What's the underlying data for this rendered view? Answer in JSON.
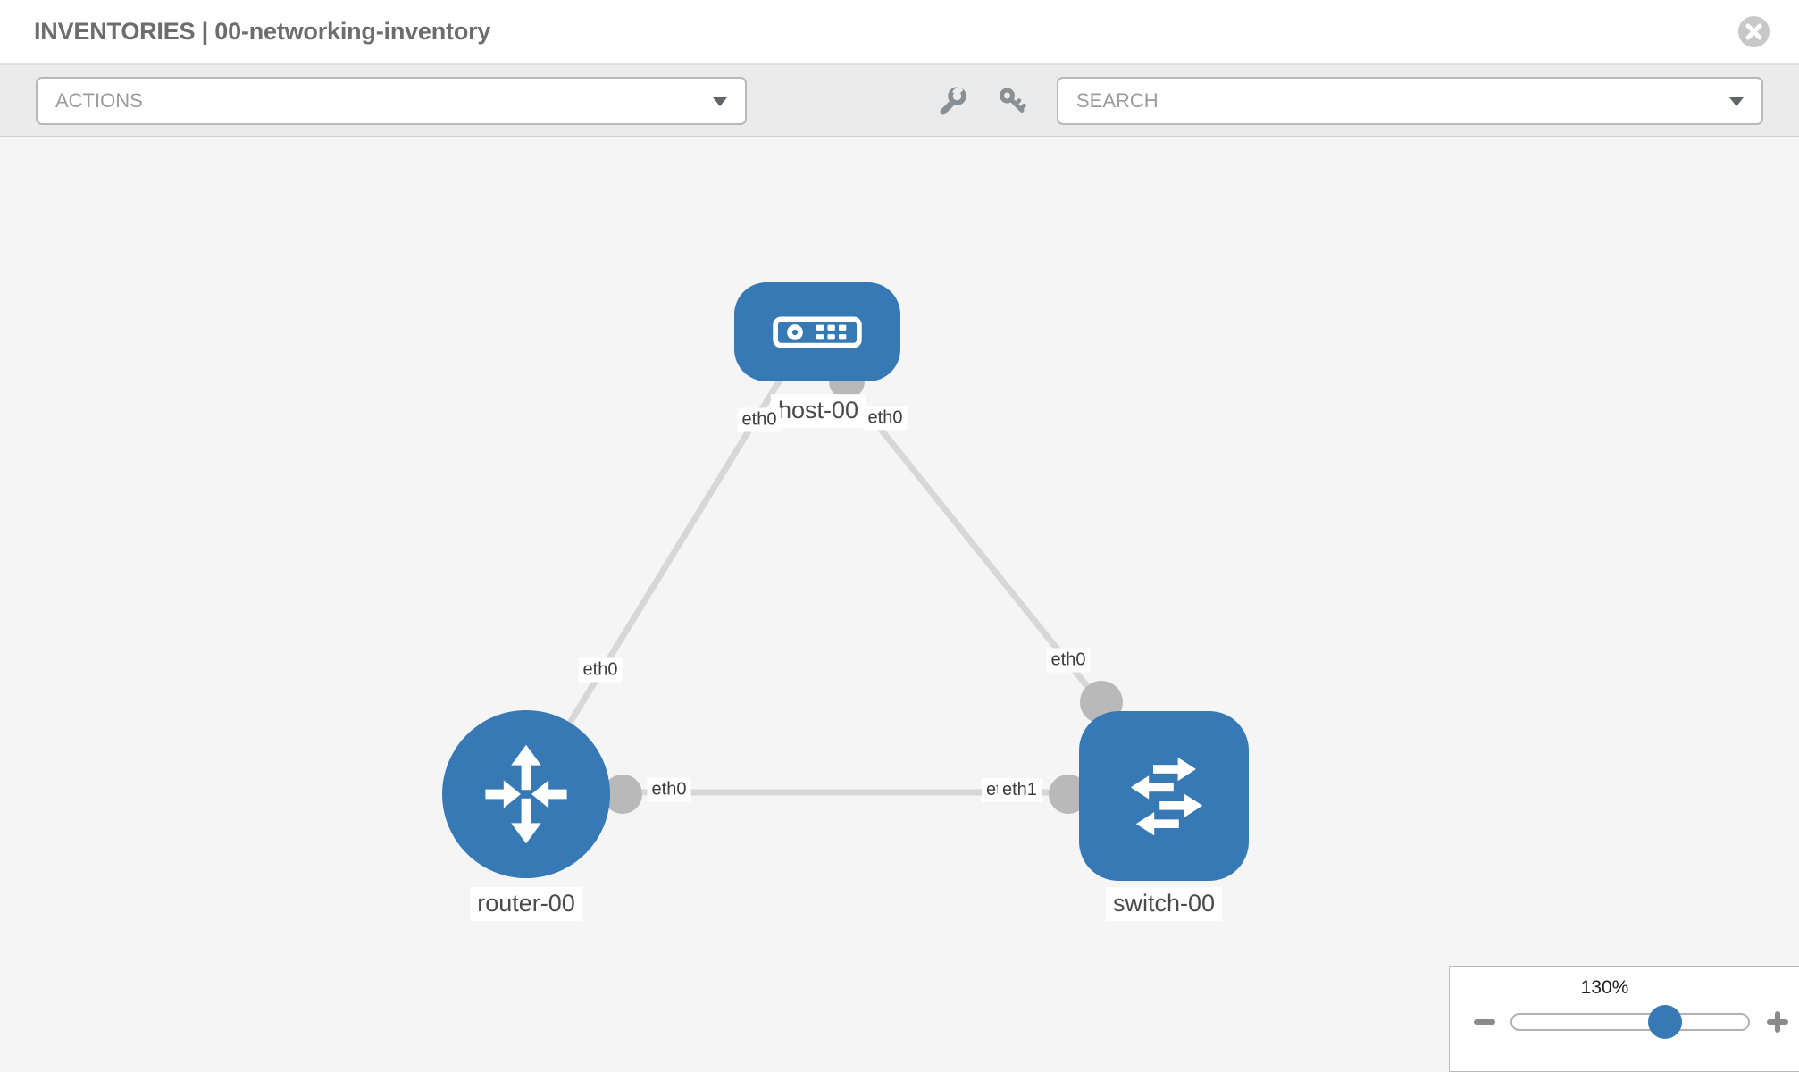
{
  "header": {
    "title": "INVENTORIES | 00-networking-inventory"
  },
  "toolbar": {
    "actions_label": "ACTIONS",
    "search_label": "SEARCH",
    "icons": [
      "wrench-icon",
      "key-icon"
    ]
  },
  "diagram": {
    "nodes": [
      {
        "id": "host-00",
        "type": "host",
        "label": "host-00"
      },
      {
        "id": "router-00",
        "type": "router",
        "label": "router-00"
      },
      {
        "id": "switch-00",
        "type": "switch",
        "label": "switch-00"
      }
    ],
    "links": [
      {
        "from": "host-00",
        "from_if": "eth0",
        "to": "router-00",
        "to_if": "eth0"
      },
      {
        "from": "host-00",
        "from_if": "eth0",
        "to": "switch-00",
        "to_if": "eth0"
      },
      {
        "from": "router-00",
        "from_if": "eth0",
        "to": "switch-00",
        "to_if": "eth1"
      }
    ],
    "iface_labels": {
      "host_left": "eth0",
      "host_right": "eth0",
      "router_uplink": "eth0",
      "switch_uplink": "eth0",
      "router_lan": "eth0",
      "switch_lan_under": "eth0",
      "switch_lan_over": "eth1"
    }
  },
  "zoom_control": {
    "level": "130%"
  },
  "colors": {
    "node_blue": "#3679b5",
    "link_gray": "#d7d7d7",
    "interface_gray": "#b9b9b9",
    "canvas_bg": "#f5f5f6",
    "toolbar_bg": "#ebebec"
  }
}
